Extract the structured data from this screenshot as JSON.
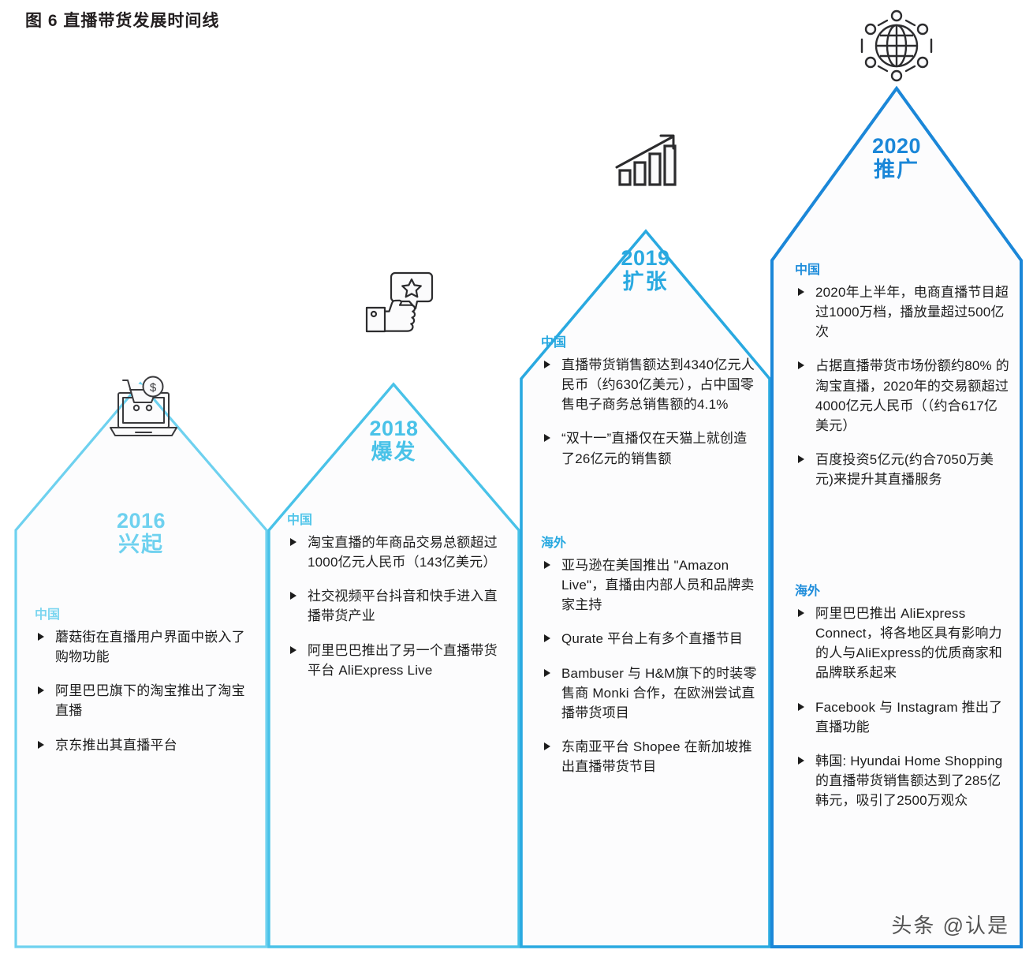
{
  "title": "图 6 直播带货发展时间线",
  "watermark": "头条 @认是",
  "colors": {
    "col1": "#6ed1ef",
    "col2": "#49c2e8",
    "col3": "#29a9e0",
    "col4": "#1b87d8",
    "text": "#1c1c1c",
    "title": "#231f20"
  },
  "labels": {
    "china": "中国",
    "overseas": "海外"
  },
  "columns": [
    {
      "year": "2016",
      "phase": "兴起",
      "icon": "laptop-shopping-cart-icon",
      "sections": [
        {
          "region": "中国",
          "items": [
            "蘑菇街在直播用户界面中嵌入了购物功能",
            "阿里巴巴旗下的淘宝推出了淘宝直播",
            "京东推出其直播平台"
          ]
        }
      ]
    },
    {
      "year": "2018",
      "phase": "爆发",
      "icon": "thumbs-up-star-icon",
      "sections": [
        {
          "region": "中国",
          "items": [
            "淘宝直播的年商品交易总额超过1000亿元人民币（143亿美元）",
            "社交视频平台抖音和快手进入直播带货产业",
            "阿里巴巴推出了另一个直播带货平台 AliExpress Live"
          ]
        }
      ]
    },
    {
      "year": "2019",
      "phase": "扩张",
      "icon": "rising-bar-chart-icon",
      "sections": [
        {
          "region": "中国",
          "items": [
            "直播带货销售额达到4340亿元人民币（约630亿美元），占中国零售电子商务总销售额的4.1%",
            "“双十一”直播仅在天猫上就创造了26亿元的销售额"
          ]
        },
        {
          "region": "海外",
          "items": [
            "亚马逊在美国推出 \"Amazon Live\"，直播由内部人员和品牌卖家主持",
            "Qurate 平台上有多个直播节目",
            "Bambuser 与 H&M旗下的时装零售商 Monki 合作，在欧洲尝试直播带货项目",
            "东南亚平台 Shopee 在新加坡推出直播带货节目"
          ]
        }
      ]
    },
    {
      "year": "2020",
      "phase": "推广",
      "icon": "globe-network-icon",
      "sections": [
        {
          "region": "中国",
          "items": [
            "2020年上半年，电商直播节目超过1000万档，播放量超过500亿次",
            "占据直播带货市场份额约80% 的淘宝直播，2020年的交易额超过4000亿元人民币（（约合617亿美元）",
            "百度投资5亿元(约合7050万美元)来提升其直播服务"
          ]
        },
        {
          "region": "海外",
          "items": [
            "阿里巴巴推出 AliExpress Connect，将各地区具有影响力的人与AliExpress的优质商家和品牌联系起来",
            "Facebook 与 Instagram 推出了直播功能",
            "韩国: Hyundai Home Shopping的直播带货销售额达到了285亿韩元，吸引了2500万观众"
          ]
        }
      ]
    }
  ]
}
